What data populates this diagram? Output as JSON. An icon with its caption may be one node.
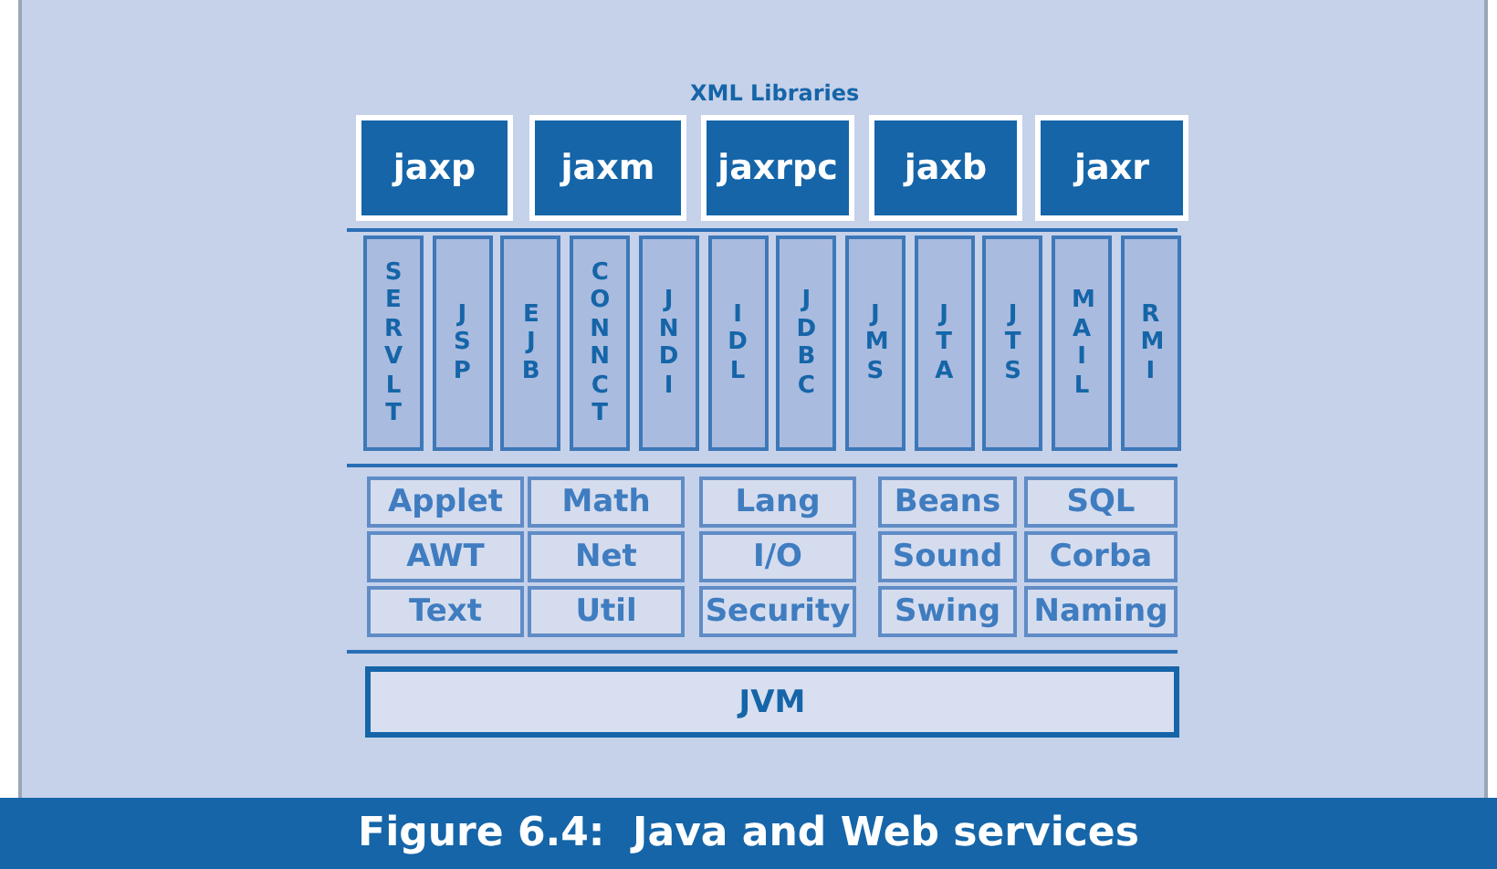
{
  "diagram": {
    "caption": "Figure 6.4:  Java and Web services",
    "labels": [
      "XML Libraries"
    ],
    "nodes": [
      {
        "text": [
          "jaxp"
        ]
      },
      {
        "text": [
          "jaxm"
        ]
      },
      {
        "text": [
          "jaxrpc"
        ]
      },
      {
        "text": [
          "jaxb"
        ]
      },
      {
        "text": [
          "jaxr"
        ]
      },
      {
        "text": [
          "SERVLT"
        ]
      },
      {
        "text": [
          "JSP"
        ]
      },
      {
        "text": [
          "EJB"
        ]
      },
      {
        "text": [
          "CONNCT"
        ]
      },
      {
        "text": [
          "JNDI"
        ]
      },
      {
        "text": [
          "IDL"
        ]
      },
      {
        "text": [
          "JDBC"
        ]
      },
      {
        "text": [
          "JMS"
        ]
      },
      {
        "text": [
          "JTA"
        ]
      },
      {
        "text": [
          "JTS"
        ]
      },
      {
        "text": [
          "MAIL"
        ]
      },
      {
        "text": [
          "RMI"
        ]
      },
      {
        "text": [
          "Applet"
        ]
      },
      {
        "text": [
          "Math"
        ]
      },
      {
        "text": [
          "Lang"
        ]
      },
      {
        "text": [
          "Beans"
        ]
      },
      {
        "text": [
          "SQL"
        ]
      },
      {
        "text": [
          "AWT"
        ]
      },
      {
        "text": [
          "Net"
        ]
      },
      {
        "text": [
          "I/O"
        ]
      },
      {
        "text": [
          "Sound"
        ]
      },
      {
        "text": [
          "Corba"
        ]
      },
      {
        "text": [
          "Text"
        ]
      },
      {
        "text": [
          "Util"
        ]
      },
      {
        "text": [
          "Security"
        ]
      },
      {
        "text": [
          "Swing"
        ]
      },
      {
        "text": [
          "Naming"
        ]
      },
      {
        "text": [
          "JVM"
        ]
      }
    ]
  }
}
